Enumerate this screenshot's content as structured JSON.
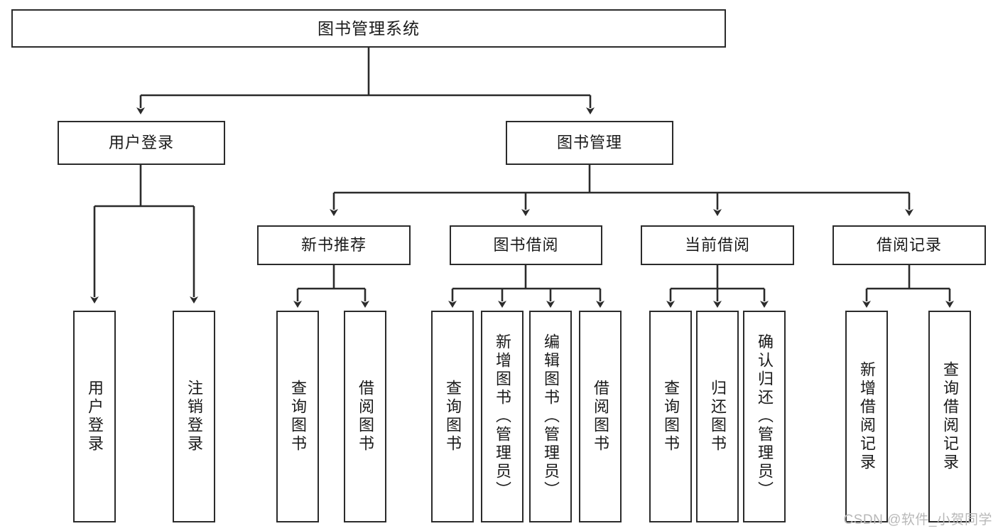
{
  "diagram": {
    "type": "tree",
    "title": "图书管理系统",
    "nodes": {
      "root": {
        "label": "图书管理系统"
      },
      "level2": [
        {
          "id": "user-login",
          "label": "用户登录"
        },
        {
          "id": "book-manage",
          "label": "图书管理"
        }
      ],
      "level3": [
        {
          "id": "new-book-recommend",
          "label": "新书推荐"
        },
        {
          "id": "book-borrow",
          "label": "图书借阅"
        },
        {
          "id": "current-borrow",
          "label": "当前借阅"
        },
        {
          "id": "borrow-record",
          "label": "借阅记录"
        }
      ],
      "leaves": [
        {
          "id": "leaf-user-login",
          "label": "用户登录"
        },
        {
          "id": "leaf-user-logout",
          "label": "注销登录"
        },
        {
          "id": "leaf-query-book-1",
          "label": "查询图书"
        },
        {
          "id": "leaf-borrow-book-1",
          "label": "借阅图书"
        },
        {
          "id": "leaf-query-book-2",
          "label": "查询图书"
        },
        {
          "id": "leaf-add-book",
          "label": "新增图书（管理员）"
        },
        {
          "id": "leaf-edit-book",
          "label": "编辑图书（管理员）"
        },
        {
          "id": "leaf-borrow-book-2",
          "label": "借阅图书"
        },
        {
          "id": "leaf-query-book-3",
          "label": "查询图书"
        },
        {
          "id": "leaf-return-book",
          "label": "归还图书"
        },
        {
          "id": "leaf-confirm-return",
          "label": "确认归还（管理员）"
        },
        {
          "id": "leaf-add-record",
          "label": "新增借阅记录"
        },
        {
          "id": "leaf-query-record",
          "label": "查询借阅记录"
        }
      ]
    },
    "colors": {
      "stroke": "#2b2b2b",
      "fill": "#ffffff",
      "text": "#1a1a1a",
      "watermark": "#b8b8b8"
    }
  },
  "watermark": {
    "text": "CSDN @软件_小贺同学"
  }
}
